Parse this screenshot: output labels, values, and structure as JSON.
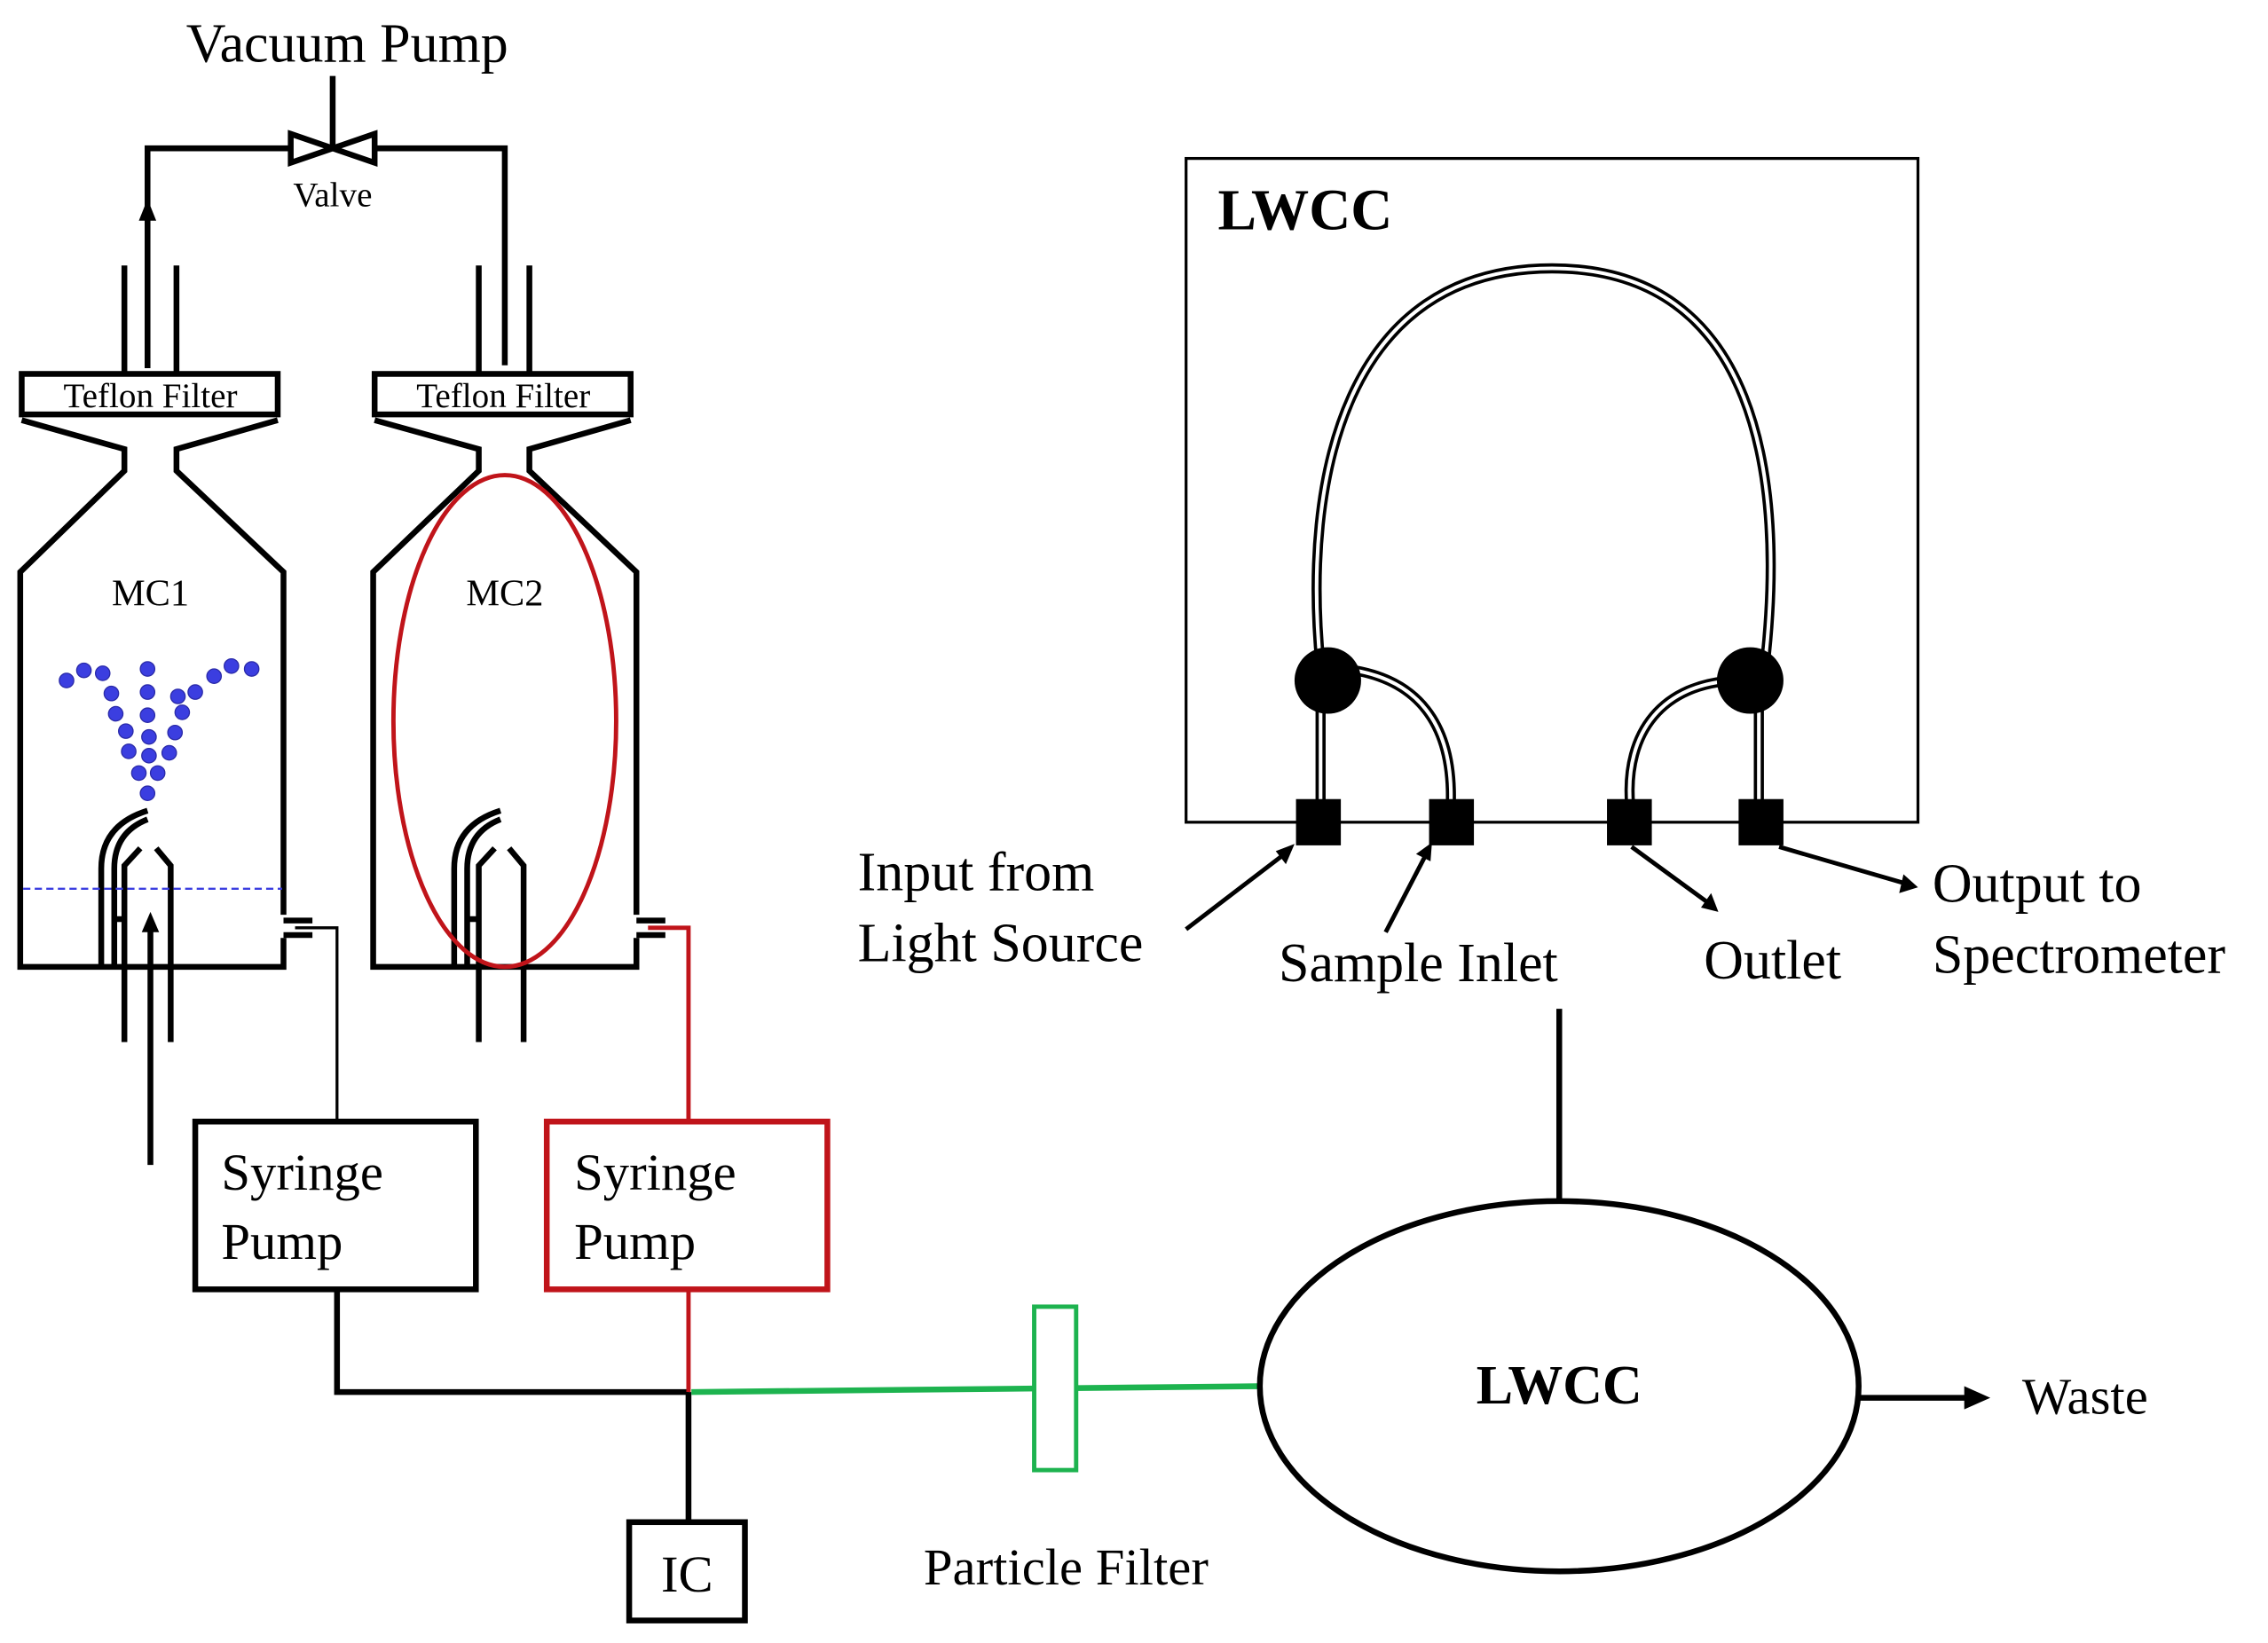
{
  "diagram": {
    "title": "Sampling and LWCC measurement system schematic",
    "vacuum_pump": {
      "label": "Vacuum Pump"
    },
    "valve": {
      "label": "Valve"
    },
    "filters": [
      {
        "id": "teflon-filter-1",
        "label": "Teflon Filter"
      },
      {
        "id": "teflon-filter-2",
        "label": "Teflon Filter"
      }
    ],
    "mist_chambers": [
      {
        "id": "mc1",
        "label": "MC1",
        "highlighted": false,
        "droplets_shown": true
      },
      {
        "id": "mc2",
        "label": "MC2",
        "highlighted": true,
        "highlight_color": "#c0141a"
      }
    ],
    "syringe_pumps": [
      {
        "id": "syringe-pump-1",
        "line1": "Syringe",
        "line2": "Pump",
        "color": "#000000"
      },
      {
        "id": "syringe-pump-2",
        "line1": "Syringe",
        "line2": "Pump",
        "color": "#c0141a"
      }
    ],
    "ic": {
      "label": "IC"
    },
    "particle_filter": {
      "label": "Particle Filter",
      "color": "#1db34f"
    },
    "lwcc_detail": {
      "title": "LWCC",
      "ports": [
        {
          "id": "input-light",
          "line1": "Input from",
          "line2": "Light Source"
        },
        {
          "id": "sample-inlet",
          "line1": "Sample Inlet"
        },
        {
          "id": "outlet",
          "line1": "Outlet"
        },
        {
          "id": "output-spectrometer",
          "line1": "Output to",
          "line2": "Spectrometer"
        }
      ]
    },
    "lwcc_cell": {
      "label": "LWCC"
    },
    "waste": {
      "label": "Waste"
    },
    "colors": {
      "highlight_red": "#c0141a",
      "filter_green": "#1db34f",
      "droplet_blue": "#3b3ee0"
    }
  }
}
